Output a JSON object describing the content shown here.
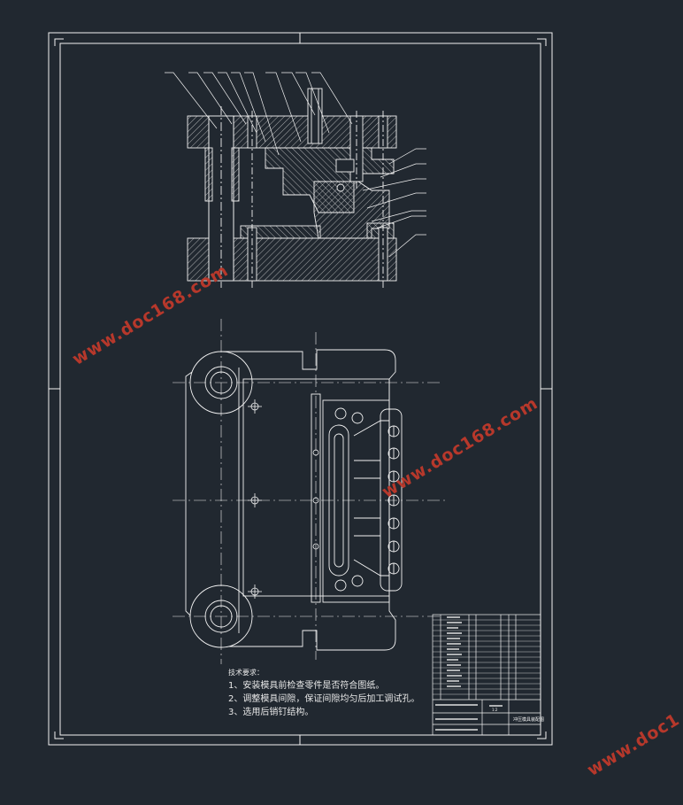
{
  "drawing": {
    "tech_requirements": {
      "heading": "技术要求：",
      "items": [
        "1、安装模具前检查零件是否符合图纸。",
        "2、调整模具间隙，保证间隙均匀后加工调试孔。",
        "3、选用后销钉结构。"
      ]
    },
    "title_block": {
      "name": "冲压模具装配图",
      "scale": "1:2"
    }
  },
  "watermarks": [
    "www.doc168.com",
    "www.doc168.com",
    "www.doc1"
  ],
  "colors": {
    "background": "#212830",
    "line": "#f2f2f2",
    "watermark": "#c0392b"
  }
}
